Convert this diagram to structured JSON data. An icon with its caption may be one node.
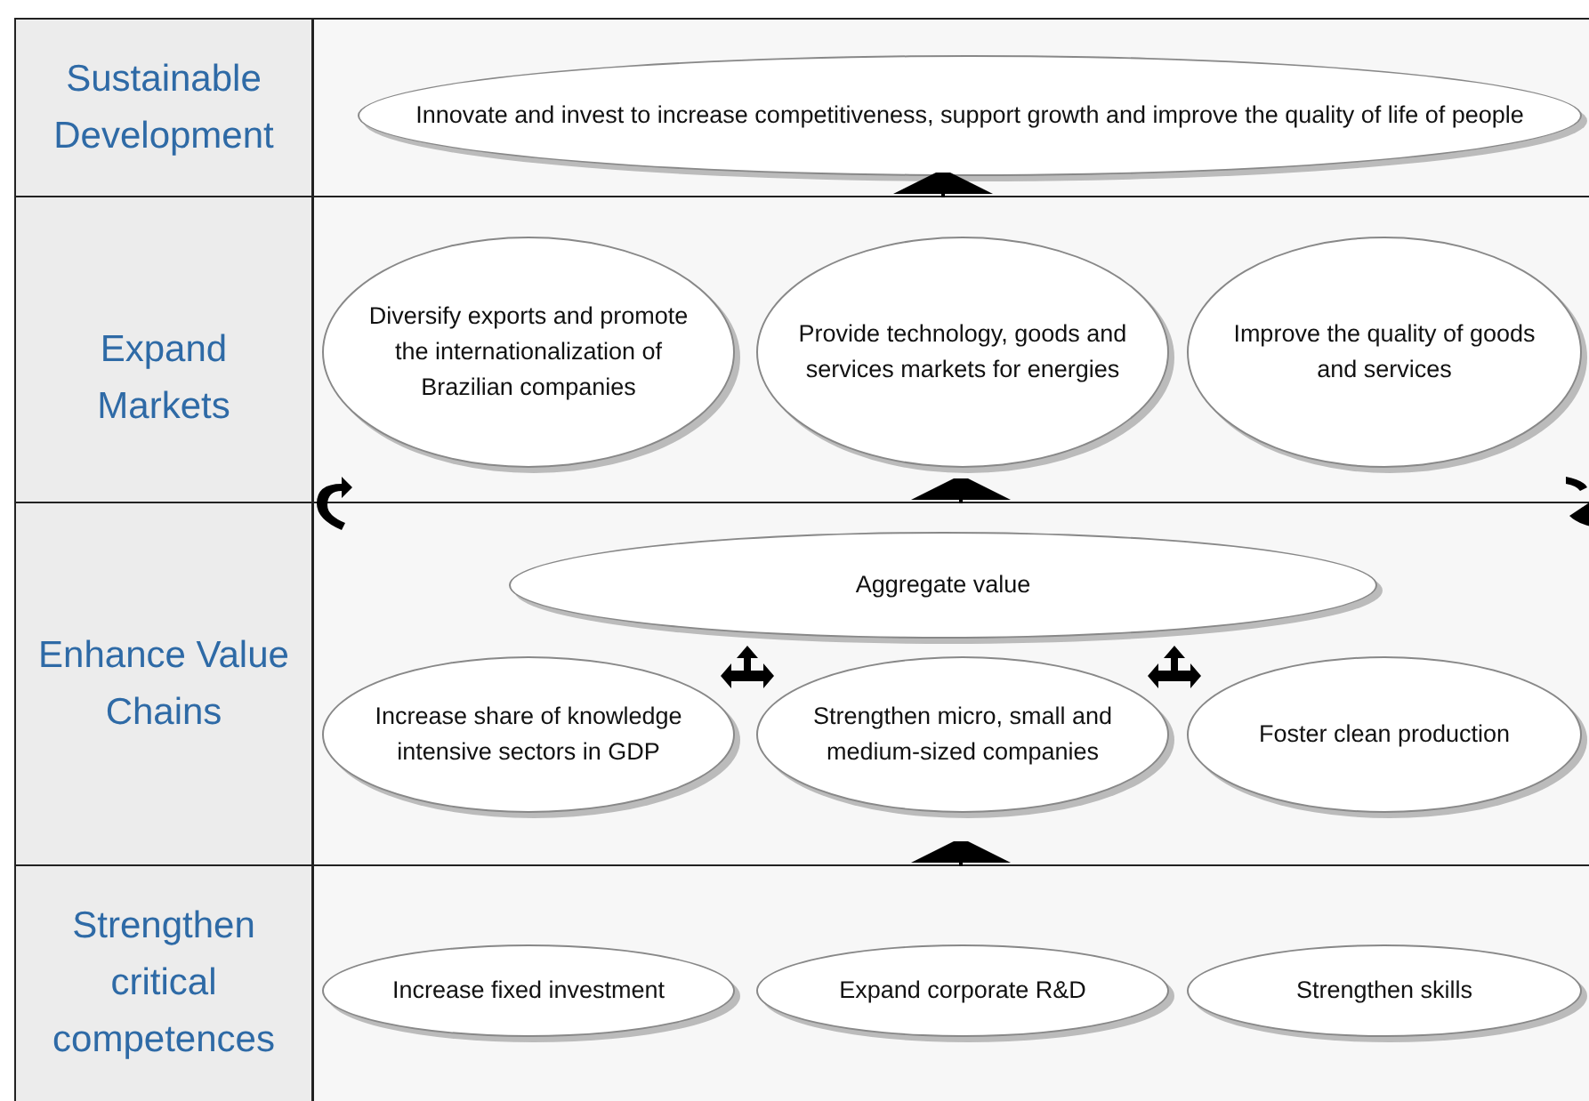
{
  "diagram": {
    "nodes": [
      {
        "text": [
          "Sustainable Development"
        ]
      },
      {
        "text": [
          "Innovate and invest to increase competitiveness, support growth and improve the quality of life of people"
        ],
        "in": 0
      },
      {
        "text": [
          "Expand Markets"
        ]
      },
      {
        "text": [
          "Diversify exports and promote the internationalization of Brazilian companies"
        ],
        "in": 2
      },
      {
        "text": [
          "Provide technology, goods and services markets for energies"
        ],
        "in": 2
      },
      {
        "text": [
          "Improve the quality of goods and services"
        ],
        "in": 2
      },
      {
        "text": [
          "Enhance Value Chains"
        ]
      },
      {
        "text": [
          "Aggregate value"
        ],
        "in": 6
      },
      {
        "text": [
          "Increase share of knowledge intensive sectors in GDP"
        ],
        "in": 6
      },
      {
        "text": [
          "Strengthen micro, small and medium-sized companies"
        ],
        "in": 6
      },
      {
        "text": [
          "Foster clean production"
        ],
        "in": 6
      },
      {
        "text": [
          "Strengthen critical competences"
        ]
      },
      {
        "text": [
          "Increase fixed investment"
        ],
        "in": 11
      },
      {
        "text": [
          "Expand corporate R&D"
        ],
        "in": 11
      },
      {
        "text": [
          "Strengthen skills"
        ],
        "in": 11
      }
    ],
    "edges": [
      {
        "from": 11,
        "to": 6,
        "arrow": "to"
      },
      {
        "from": 6,
        "to": 2,
        "arrow": "to"
      },
      {
        "from": 2,
        "to": 0,
        "arrow": "to"
      }
    ]
  }
}
